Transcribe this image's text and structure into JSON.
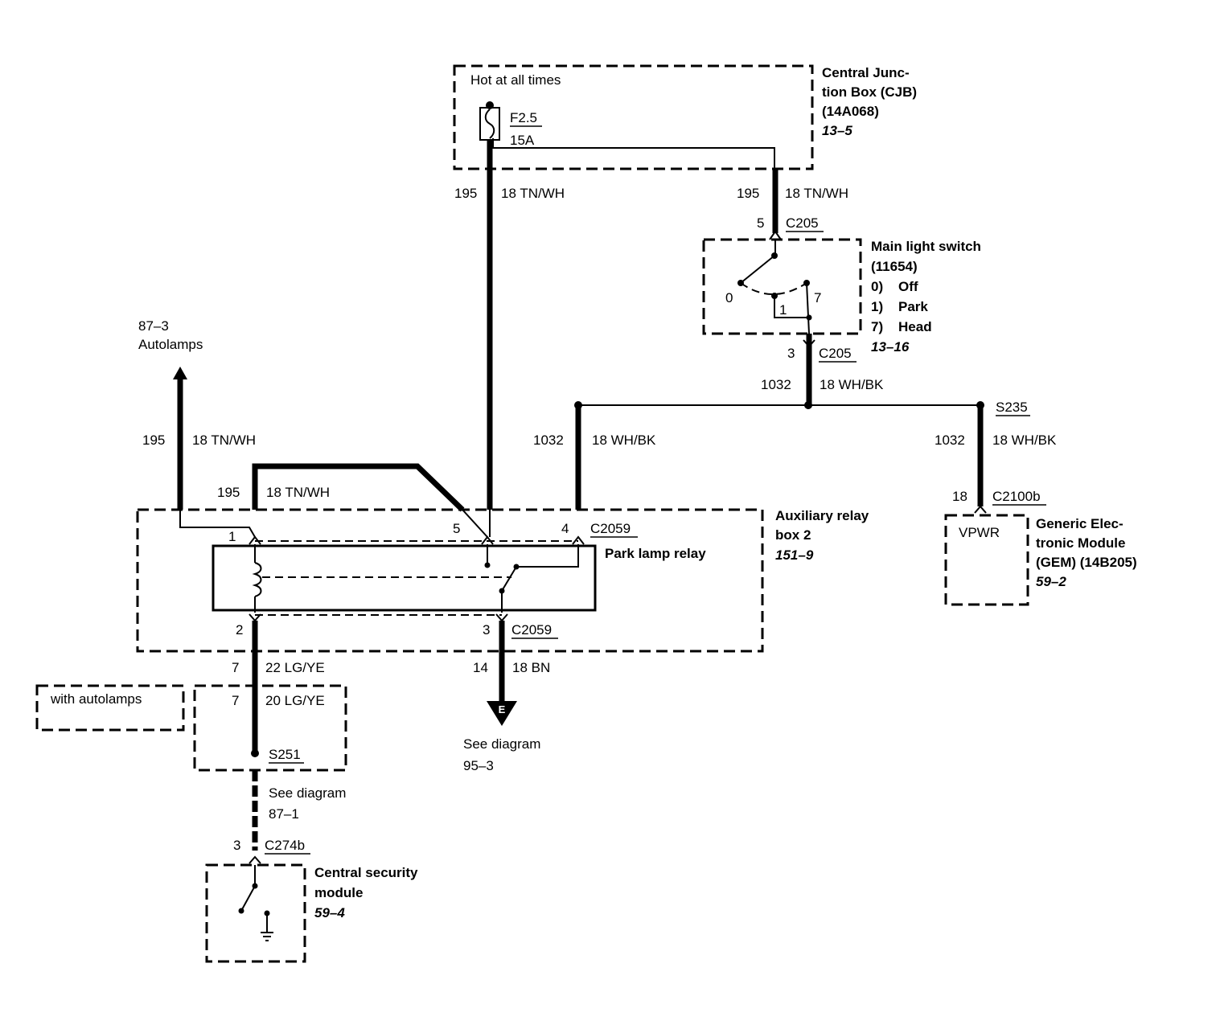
{
  "cjb": {
    "title_1": "Central Junc-",
    "title_2": "tion Box (CJB)",
    "part_number": "(14A068)",
    "ref": "13–5",
    "hot_label": "Hot at all times",
    "fuse_name": "F2.5",
    "fuse_rating": "15A"
  },
  "wire_195_left": {
    "circuit": "195",
    "gauge_color": "18 TN/WH"
  },
  "wire_195_right": {
    "circuit": "195",
    "gauge_color": "18 TN/WH"
  },
  "c205_top": {
    "pin": "5",
    "connector": "C205"
  },
  "main_light_switch": {
    "title_1": "Main light switch",
    "title_2": "(11654)",
    "pos_0": "0)    Off",
    "pos_1": "1)    Park",
    "pos_7": "7)    Head",
    "ref": "13–16",
    "term_0": "0",
    "term_1": "1",
    "term_7": "7"
  },
  "c205_bottom": {
    "pin": "3",
    "connector": "C205"
  },
  "wire_1032_main": {
    "circuit": "1032",
    "gauge_color": "18 WH/BK"
  },
  "autolamps": {
    "ref": "87–3",
    "label": "Autolamps"
  },
  "wire_195_autolamps": {
    "circuit": "195",
    "gauge_color": "18 TN/WH"
  },
  "wire_195_relay": {
    "circuit": "195",
    "gauge_color": "18 TN/WH"
  },
  "wire_1032_relay": {
    "circuit": "1032",
    "gauge_color": "18 WH/BK"
  },
  "s235": {
    "label": "S235"
  },
  "wire_1032_gem": {
    "circuit": "1032",
    "gauge_color": "18 WH/BK"
  },
  "c2100b": {
    "pin": "18",
    "connector": "C2100b"
  },
  "gem": {
    "pin_label": "VPWR",
    "title_1": "Generic Elec-",
    "title_2": "tronic Module",
    "title_3": "(GEM) (14B205)",
    "ref": "59–2"
  },
  "aux_relay_box": {
    "title_1": "Auxiliary relay",
    "title_2": "box 2",
    "ref": "151–9",
    "relay_label": "Park lamp relay",
    "pin_1": "1",
    "pin_2": "2",
    "pin_3": "3",
    "pin_4": "4",
    "pin_5": "5",
    "connector_top": "C2059",
    "connector_bottom": "C2059"
  },
  "wire_7_relay": {
    "circuit": "7",
    "gauge_color": "22 LG/YE"
  },
  "wire_14_ground": {
    "circuit": "14",
    "gauge_color": "18 BN"
  },
  "ground": {
    "symbol": "E",
    "see": "See diagram",
    "ref": "95–3"
  },
  "with_autolamps": {
    "label": "with autolamps"
  },
  "wire_7_splice": {
    "circuit": "7",
    "gauge_color": "20 LG/YE"
  },
  "s251": {
    "label": "S251",
    "see": "See diagram",
    "ref": "87–1"
  },
  "c274b": {
    "pin": "3",
    "connector": "C274b"
  },
  "central_security": {
    "title_1": "Central security",
    "title_2": "module",
    "ref": "59–4"
  }
}
